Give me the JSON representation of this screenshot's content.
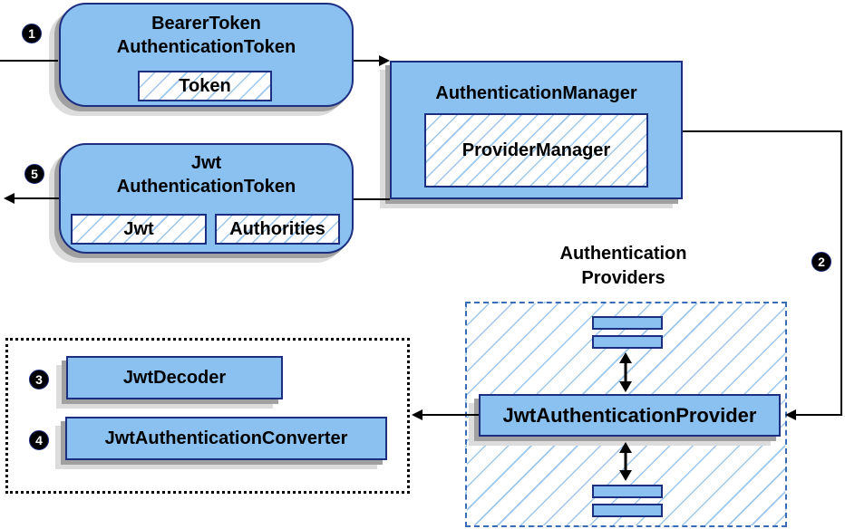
{
  "diagram": {
    "nodes": {
      "bearer_token": {
        "line1": "BearerToken",
        "line2": "AuthenticationToken",
        "chip": "Token"
      },
      "authentication_manager": {
        "title": "AuthenticationManager",
        "chip": "ProviderManager"
      },
      "jwt_authentication_token": {
        "line1": "Jwt",
        "line2": "AuthenticationToken",
        "chip1": "Jwt",
        "chip2": "Authorities"
      },
      "authentication_providers": {
        "line1": "Authentication",
        "line2": "Providers"
      },
      "jwt_authentication_provider": {
        "title": "JwtAuthenticationProvider"
      },
      "jwt_decoder": {
        "title": "JwtDecoder"
      },
      "jwt_authentication_converter": {
        "title": "JwtAuthenticationConverter"
      }
    },
    "badges": [
      {
        "label": "1"
      },
      {
        "label": "2"
      },
      {
        "label": "3"
      },
      {
        "label": "4"
      },
      {
        "label": "5"
      }
    ],
    "colors": {
      "node_fill": "#8ac1f0",
      "node_border": "#1c2e7f",
      "hatch_line": "#9cc6ec",
      "dashed_border": "#3a6cb5",
      "shadow_dark": "#a0a0a0",
      "shadow_light": "#dcdcdc",
      "arrow_color": "#000000",
      "badge_bg": "#000000",
      "badge_text": "#ffffff",
      "text_color": "#000000"
    }
  }
}
